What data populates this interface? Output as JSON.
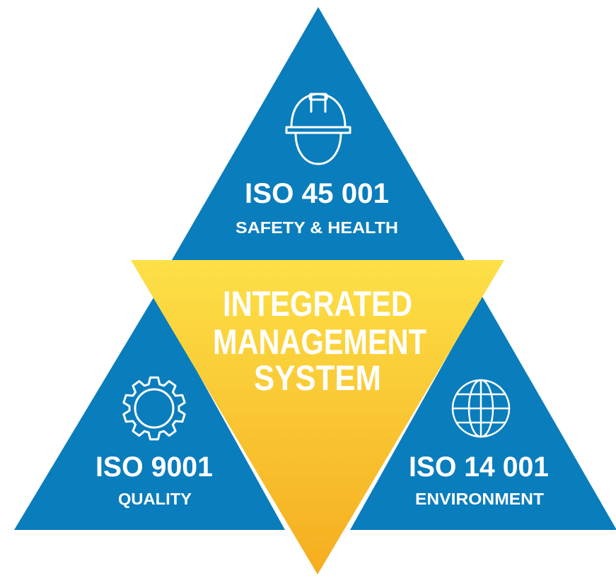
{
  "colors": {
    "blue": "#0a7dbc",
    "blue_dark": "#076ea7",
    "yellow_top": "#fde047",
    "yellow_bottom": "#f5b021",
    "text": "#ffffff"
  },
  "center": {
    "lines": [
      "INTEGRATED",
      "MANAGEMENT",
      "SYSTEM"
    ]
  },
  "top": {
    "code": "ISO 45 001",
    "name": "SAFETY & HEALTH",
    "icon": "hard-hat-icon"
  },
  "left": {
    "code": "ISO 9001",
    "name": "QUALITY",
    "icon": "gear-icon"
  },
  "right": {
    "code": "ISO 14 001",
    "name": "ENVIRONMENT",
    "icon": "globe-icon"
  }
}
